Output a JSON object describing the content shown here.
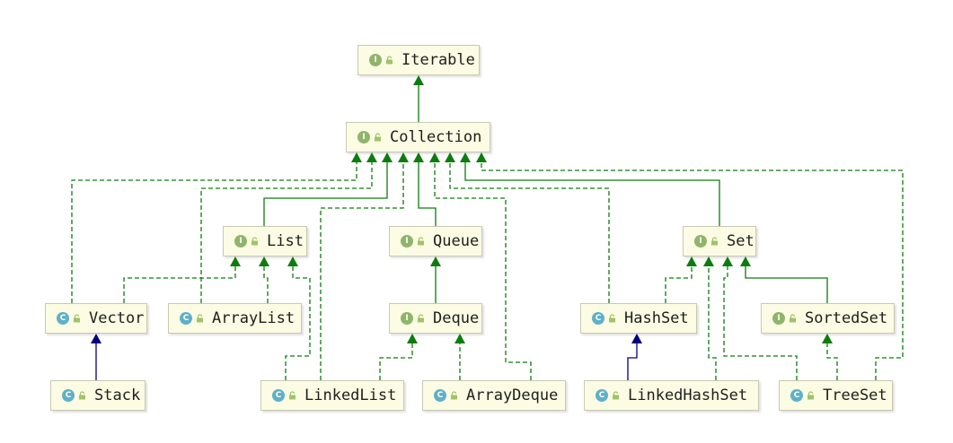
{
  "diagram": {
    "colors": {
      "extends_color": "#0c7d0c",
      "class_extends_color": "#000080",
      "node_fill": "#fbfce3",
      "node_border": "#c9c9b2"
    },
    "nodes": [
      {
        "id": "iterable",
        "label": "Iterable",
        "kind": "interface",
        "badge": "I",
        "icon": "interface-icon"
      },
      {
        "id": "collection",
        "label": "Collection",
        "kind": "interface",
        "badge": "I",
        "icon": "interface-icon"
      },
      {
        "id": "list",
        "label": "List",
        "kind": "interface",
        "badge": "I",
        "icon": "interface-icon"
      },
      {
        "id": "queue",
        "label": "Queue",
        "kind": "interface",
        "badge": "I",
        "icon": "interface-icon"
      },
      {
        "id": "set",
        "label": "Set",
        "kind": "interface",
        "badge": "I",
        "icon": "interface-icon"
      },
      {
        "id": "vector",
        "label": "Vector",
        "kind": "class",
        "badge": "C",
        "icon": "class-icon"
      },
      {
        "id": "arraylist",
        "label": "ArrayList",
        "kind": "class",
        "badge": "C",
        "icon": "class-icon"
      },
      {
        "id": "deque",
        "label": "Deque",
        "kind": "interface",
        "badge": "I",
        "icon": "interface-icon"
      },
      {
        "id": "hashset",
        "label": "HashSet",
        "kind": "class",
        "badge": "C",
        "icon": "class-icon"
      },
      {
        "id": "sortedset",
        "label": "SortedSet",
        "kind": "interface",
        "badge": "I",
        "icon": "interface-icon"
      },
      {
        "id": "stack",
        "label": "Stack",
        "kind": "class",
        "badge": "C",
        "icon": "class-icon"
      },
      {
        "id": "linkedlist",
        "label": "LinkedList",
        "kind": "class",
        "badge": "C",
        "icon": "class-icon"
      },
      {
        "id": "arraydeque",
        "label": "ArrayDeque",
        "kind": "class",
        "badge": "C",
        "icon": "class-icon"
      },
      {
        "id": "linkedhashset",
        "label": "LinkedHashSet",
        "kind": "class",
        "badge": "C",
        "icon": "class-icon"
      },
      {
        "id": "treeset",
        "label": "TreeSet",
        "kind": "class",
        "badge": "C",
        "icon": "class-icon"
      }
    ],
    "edges": [
      {
        "from": "collection",
        "to": "iterable",
        "type": "extends"
      },
      {
        "from": "vector",
        "to": "collection",
        "type": "implements"
      },
      {
        "from": "arraylist",
        "to": "collection",
        "type": "implements"
      },
      {
        "from": "list",
        "to": "collection",
        "type": "extends"
      },
      {
        "from": "linkedlist",
        "to": "collection",
        "type": "implements"
      },
      {
        "from": "queue",
        "to": "collection",
        "type": "extends"
      },
      {
        "from": "arraydeque",
        "to": "collection",
        "type": "implements"
      },
      {
        "from": "hashset",
        "to": "collection",
        "type": "implements"
      },
      {
        "from": "set",
        "to": "collection",
        "type": "extends"
      },
      {
        "from": "treeset",
        "to": "collection",
        "type": "implements"
      },
      {
        "from": "vector",
        "to": "list",
        "type": "implements"
      },
      {
        "from": "arraylist",
        "to": "list",
        "type": "implements"
      },
      {
        "from": "linkedlist",
        "to": "list",
        "type": "implements"
      },
      {
        "from": "deque",
        "to": "queue",
        "type": "extends"
      },
      {
        "from": "linkedlist",
        "to": "deque",
        "type": "implements"
      },
      {
        "from": "arraydeque",
        "to": "deque",
        "type": "implements"
      },
      {
        "from": "hashset",
        "to": "set",
        "type": "implements"
      },
      {
        "from": "linkedhashset",
        "to": "set",
        "type": "implements"
      },
      {
        "from": "treeset",
        "to": "set",
        "type": "implements"
      },
      {
        "from": "sortedset",
        "to": "set",
        "type": "extends"
      },
      {
        "from": "stack",
        "to": "vector",
        "type": "class-extends"
      },
      {
        "from": "linkedhashset",
        "to": "hashset",
        "type": "class-extends"
      },
      {
        "from": "treeset",
        "to": "sortedset",
        "type": "implements"
      }
    ]
  }
}
